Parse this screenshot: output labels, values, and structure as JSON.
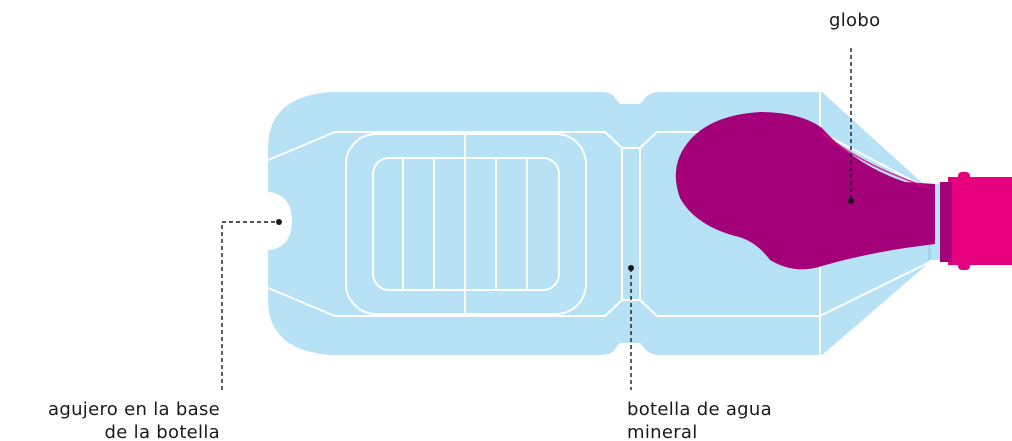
{
  "labels": {
    "balloon": "globo",
    "hole_line1": "agujero en la base",
    "hole_line2": "de la botella",
    "bottle_line1": "botella de agua",
    "bottle_line2": "mineral"
  },
  "colors": {
    "bottle_fill": "#b7e1f5",
    "bottle_lines": "#ffffff",
    "balloon": "#a3007a",
    "balloon_edge": "#e6007e",
    "cap": "#e6007e",
    "leader_line": "#1a1a1a"
  }
}
